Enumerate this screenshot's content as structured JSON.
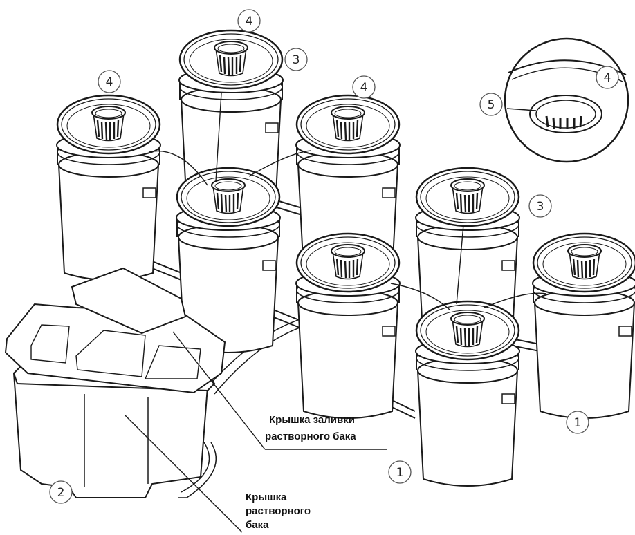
{
  "callouts": {
    "n1": "1",
    "n2": "2",
    "n3": "3",
    "n4": "4",
    "n5": "5"
  },
  "labels": {
    "tank_fill_lid_line1": "Крышка заливки",
    "tank_fill_lid_line2": "растворного бака",
    "tank_lid_line1": "Крышка",
    "tank_lid_line2": "растворного",
    "tank_lid_line3": "бака"
  },
  "colors": {
    "stroke": "#1a1a1a",
    "fill": "#ffffff"
  }
}
